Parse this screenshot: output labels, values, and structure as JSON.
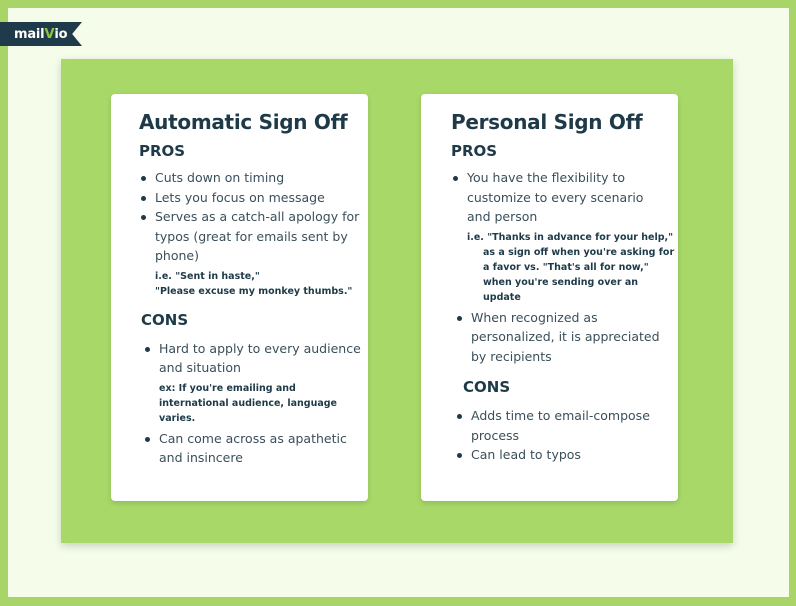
{
  "brand": {
    "logo_text_pre": "mail",
    "logo_text_v": "V",
    "logo_text_post": "io"
  },
  "colors": {
    "frame_green": "#a8d468",
    "panel_green": "#a8d968",
    "background": "#f5fdea",
    "text_dark": "#1e3a48",
    "logo_bg": "#1f3a4a"
  },
  "cards": [
    {
      "title": "Automatic Sign Off",
      "pros_heading": "PROS",
      "pros": [
        "Cuts down on timing",
        "Lets you focus on message",
        "Serves as a catch-all apology for typos (great for emails sent by phone)"
      ],
      "pros_note_line1": "i.e. \"Sent in haste,\"",
      "pros_note_line2": "\"Please excuse my monkey thumbs.\"",
      "cons_heading": "CONS",
      "cons": [
        "Hard to apply to every audience and situation",
        "Can come across as apathetic and insincere"
      ],
      "cons_note": "ex: If you're emailing and international audience, language varies."
    },
    {
      "title": "Personal Sign Off",
      "pros_heading": "PROS",
      "pros": [
        "You have the flexibility to customize to every scenario and person",
        "When recognized as personalized, it is appreciated by recipients"
      ],
      "pros_note_line1": "i.e. \"Thanks in advance for your help,\"",
      "pros_note_line2": "as a sign off when you're asking for a favor vs. \"That's all for now,\" when you're sending over an update",
      "cons_heading": "CONS",
      "cons": [
        "Adds time to email-compose process",
        "Can lead to typos"
      ]
    }
  ]
}
